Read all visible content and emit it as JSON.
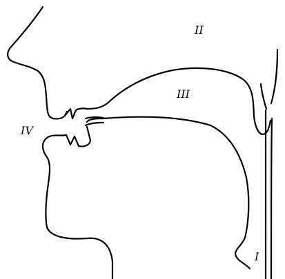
{
  "diagram": {
    "labels": {
      "larynx": "I",
      "nasal_cavity": "II",
      "oral_cavity": "III",
      "lips": "IV"
    },
    "colors": {
      "stroke": "#000000",
      "background": "#ffffff"
    }
  }
}
